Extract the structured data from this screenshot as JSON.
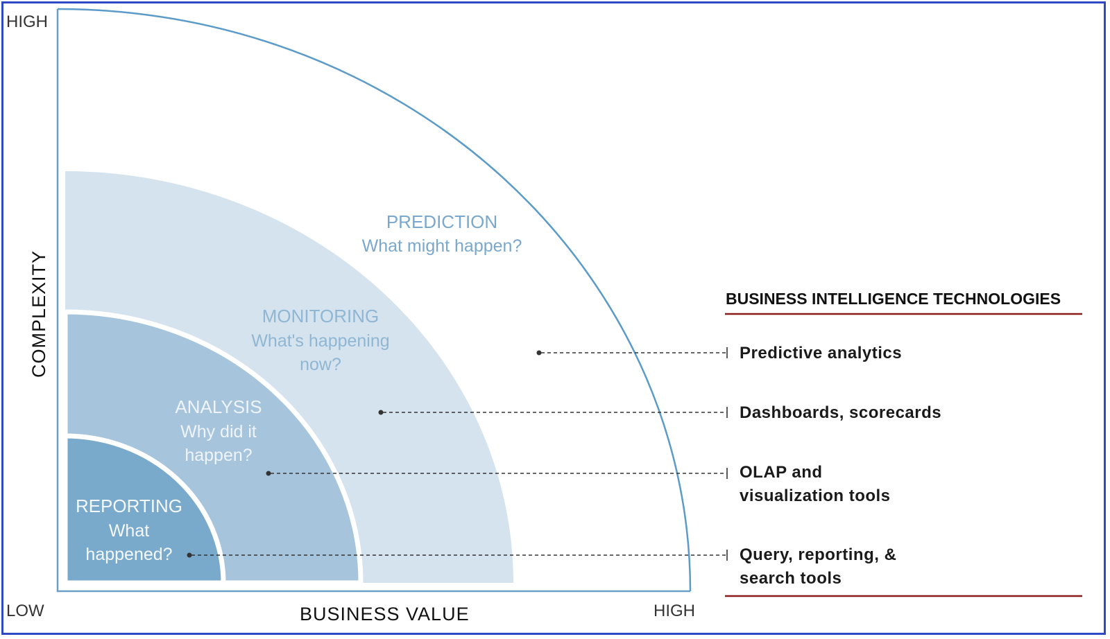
{
  "axes": {
    "y_title": "COMPLEXITY",
    "x_title": "BUSINESS VALUE",
    "y_high": "HIGH",
    "origin_low": "LOW",
    "x_high": "HIGH"
  },
  "stages": [
    {
      "id": "prediction",
      "title": "PREDICTION",
      "question_lines": [
        "What might happen?"
      ],
      "color": "#ffffff",
      "text_color": "#7aa8cc"
    },
    {
      "id": "monitoring",
      "title": "MONITORING",
      "question_lines": [
        "What's happening",
        "now?"
      ],
      "color": "#d5e3ee",
      "text_color": "#8fb6d3"
    },
    {
      "id": "analysis",
      "title": "ANALYSIS",
      "question_lines": [
        "Why did it",
        "happen?"
      ],
      "color": "#a6c5dd",
      "text_color": "#eef4f9"
    },
    {
      "id": "reporting",
      "title": "REPORTING",
      "question_lines": [
        "What",
        "happened?"
      ],
      "color": "#7aaacb",
      "text_color": "#f4f8fb"
    }
  ],
  "technologies": {
    "heading": "BUSINESS INTELLIGENCE TECHNOLOGIES",
    "items": [
      {
        "lines": [
          "Predictive analytics"
        ],
        "stage": "prediction"
      },
      {
        "lines": [
          "Dashboards, scorecards"
        ],
        "stage": "monitoring"
      },
      {
        "lines": [
          "OLAP and",
          "visualization tools"
        ],
        "stage": "analysis"
      },
      {
        "lines": [
          "Query, reporting, &",
          "search tools"
        ],
        "stage": "reporting"
      }
    ]
  },
  "colors": {
    "border": "#2f49c4",
    "arc_line": "#5b9bc9",
    "rule": "#8b1a1a"
  }
}
